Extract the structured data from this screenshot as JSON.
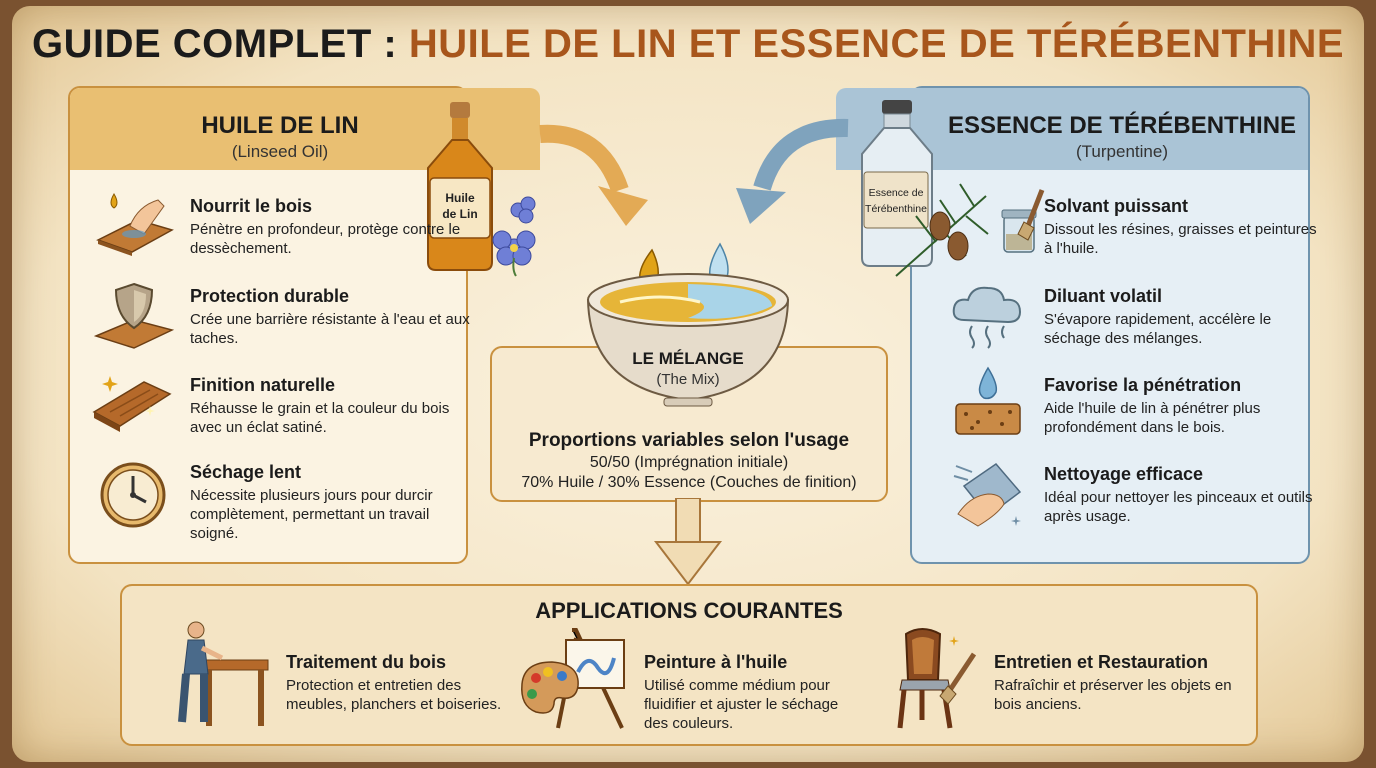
{
  "title": {
    "part1": "GUIDE COMPLET :",
    "part2": "HUILE DE LIN ET ESSENCE DE TÉRÉBENTHINE"
  },
  "left": {
    "title": "HUILE DE LIN",
    "subtitle": "(Linseed Oil)",
    "bottle_label": "Huile de Lin",
    "items": [
      {
        "heading": "Nourrit le bois",
        "desc": "Pénètre en profondeur, protège contre le dessèchement.",
        "icon": "hand-wood-icon"
      },
      {
        "heading": "Protection durable",
        "desc": "Crée une barrière résistante à l'eau et aux taches.",
        "icon": "shield-icon"
      },
      {
        "heading": "Finition naturelle",
        "desc": "Réhausse le grain et la couleur du bois avec un éclat satiné.",
        "icon": "wood-plank-icon"
      },
      {
        "heading": "Séchage lent",
        "desc": "Nécessite plusieurs jours pour durcir complètement, permettant un travail soigné.",
        "icon": "clock-icon"
      }
    ]
  },
  "right": {
    "title": "ESSENCE DE TÉRÉBENTHINE",
    "subtitle": "(Turpentine)",
    "bottle_label": "Essence de Térébenthine",
    "items": [
      {
        "heading": "Solvant puissant",
        "desc": "Dissout les résines, graisses et peintures à l'huile.",
        "icon": "jar-brush-icon"
      },
      {
        "heading": "Diluant volatil",
        "desc": "S'évapore rapidement, accélère le séchage des mélanges.",
        "icon": "cloud-icon"
      },
      {
        "heading": "Favorise la pénétration",
        "desc": "Aide l'huile de lin à pénétrer plus profondément dans le bois.",
        "icon": "drop-wood-icon"
      },
      {
        "heading": "Nettoyage efficace",
        "desc": "Idéal pour nettoyer les pinceaux et outils après usage.",
        "icon": "cleaning-hand-icon"
      }
    ]
  },
  "mix": {
    "title": "LE MÉLANGE",
    "subtitle": "(The Mix)",
    "proportions_heading": "Proportions variables selon l'usage",
    "line1": "50/50 (Imprégnation initiale)",
    "line2": "70% Huile / 30% Essence (Couches de finition)"
  },
  "apps": {
    "title": "APPLICATIONS COURANTES",
    "items": [
      {
        "heading": "Traitement du bois",
        "desc": "Protection et entretien des meubles, planchers et boiseries.",
        "icon": "woodworker-icon"
      },
      {
        "heading": "Peinture à l'huile",
        "desc": "Utilisé comme médium pour fluidifier et ajuster le séchage des couleurs.",
        "icon": "palette-easel-icon"
      },
      {
        "heading": "Entretien et Restauration",
        "desc": "Rafraîchir et préserver les objets en bois anciens.",
        "icon": "chair-brush-icon"
      }
    ]
  },
  "colors": {
    "accent_orange": "#a8561c",
    "left_head": "#e9bf72",
    "right_head": "#aac4d6",
    "arrow_orange": "#e3aa55",
    "arrow_blue": "#7fa3bd"
  }
}
